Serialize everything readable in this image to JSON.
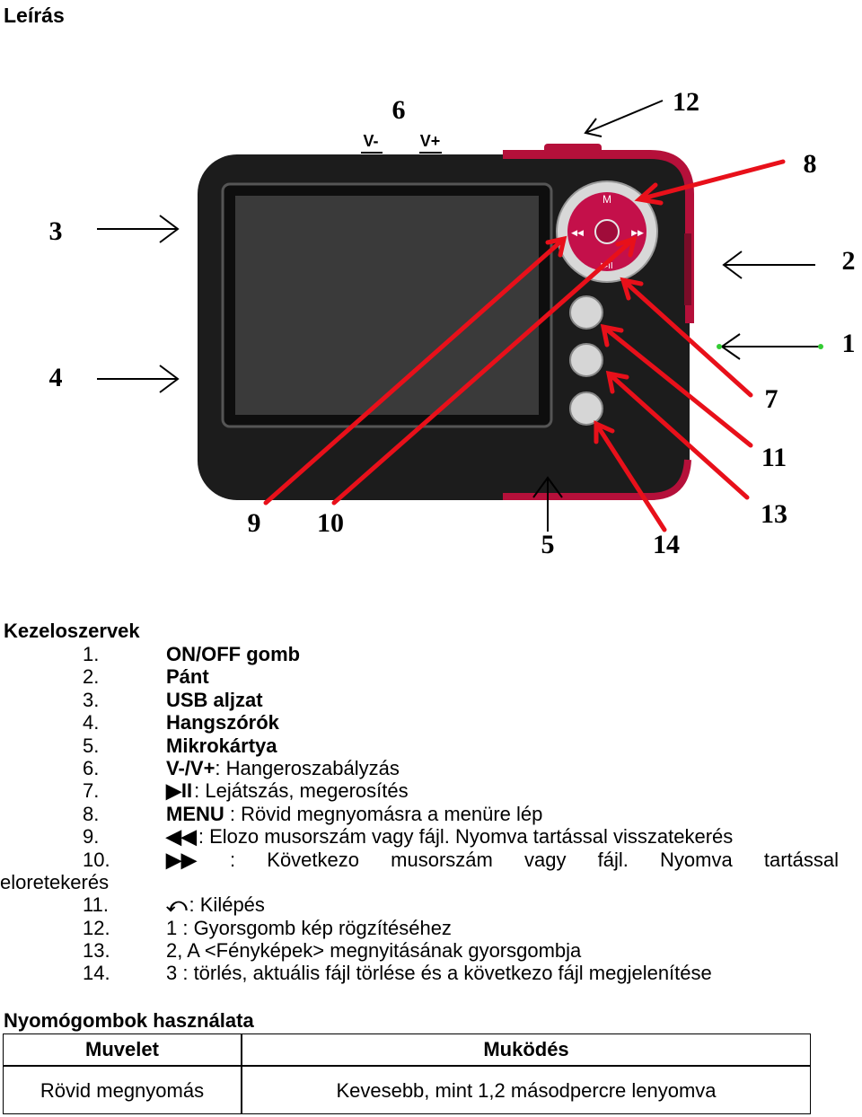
{
  "page_title": "Leírás",
  "figure": {
    "labels": {
      "n1": "1",
      "n2": "2",
      "n3": "3",
      "n4": "4",
      "n5": "5",
      "n6": "6",
      "n7": "7",
      "n8": "8",
      "n9": "9",
      "n10": "10",
      "n11": "11",
      "n12": "12",
      "n13": "13",
      "n14": "14"
    },
    "top_buttons": {
      "minus": "V-",
      "plus": "V+"
    },
    "dpad": {
      "menu": "M",
      "prev": "◀◀",
      "next": "▶▶",
      "play": "▶II"
    },
    "colors": {
      "body": "#1c1c1c",
      "accent": "#b5103a",
      "arrow_red": "#e8101a",
      "screen": "#3a3a3a"
    }
  },
  "controls_heading": "Kezeloszervek",
  "controls": [
    {
      "num": "1.",
      "bold": "ON/OFF gomb",
      "text": ""
    },
    {
      "num": "2.",
      "bold": "Pánt",
      "text": ""
    },
    {
      "num": "3.",
      "bold": "USB aljzat",
      "text": ""
    },
    {
      "num": "4.",
      "bold": "Hangszórók",
      "text": ""
    },
    {
      "num": "5.",
      "bold": "Mikrokártya",
      "text": ""
    },
    {
      "num": "6.",
      "bold": "V-/V+",
      "text": ": Hangeroszabályzás"
    },
    {
      "num": "7.",
      "bold": "▶II",
      "text": ": Lejátszás, megerosítés"
    },
    {
      "num": "8.",
      "bold": "MENU",
      "text": " : Rövid megnyomásra a menüre lép"
    },
    {
      "num": "9.",
      "bold": "◀◀",
      "text": ": Elozo musorszám vagy fájl. Nyomva tartással visszatekerés"
    },
    {
      "num": "10.",
      "bold": "▶▶",
      "text": " : Következo musorszám vagy fájl. Nyomva tartással",
      "text2": "eloretekerés"
    },
    {
      "num": "11.",
      "bold": "⤺",
      "text": ": Kilépés"
    },
    {
      "num": "12.",
      "bold": "",
      "text": "1 : Gyorsgomb kép rögzítéséhez"
    },
    {
      "num": "13.",
      "bold": "",
      "text": "2, A <Fényképek> megnyitásának gyorsgombja"
    },
    {
      "num": "14.",
      "bold": "",
      "text": "3 : törlés, aktuális fájl törlése és a következo fájl megjelenítése"
    }
  ],
  "buttons_heading": "Nyomógombok használata",
  "table": {
    "headers": [
      "Muvelet",
      "Muködés"
    ],
    "rows": [
      [
        "Rövid megnyomás",
        "Kevesebb, mint 1,2 másodpercre lenyomva"
      ]
    ]
  }
}
